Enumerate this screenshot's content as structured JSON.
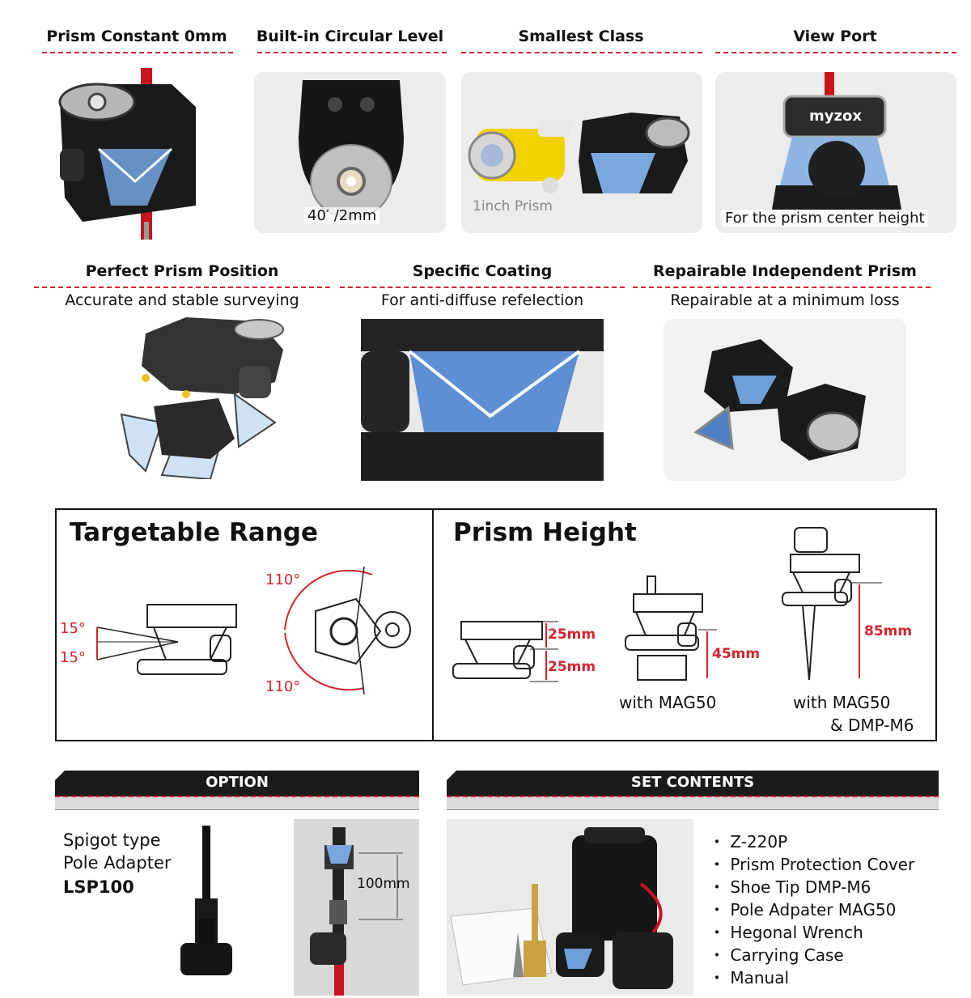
{
  "features_row1": [
    {
      "title": "Prism Constant 0mm"
    },
    {
      "title": "Built-in Circular Level",
      "caption": "40′ /2mm"
    },
    {
      "title": "Smallest Class",
      "caption": "1inch Prism"
    },
    {
      "title": "View Port",
      "caption": "For the prism center height"
    }
  ],
  "features_row2": [
    {
      "title": "Perfect Prism Position",
      "subtitle": "Accurate and stable surveying"
    },
    {
      "title": "Specific Coating",
      "subtitle": "For anti-diffuse refelection"
    },
    {
      "title": "Repairable Independent Prism",
      "subtitle": "Repairable at a minimum loss"
    }
  ],
  "brand_label": "myzox",
  "targetable": {
    "title": "Targetable Range",
    "angle_upper": "15°",
    "angle_lower": "15°",
    "angle_top": "110°",
    "angle_bottom": "110°"
  },
  "height": {
    "title": "Prism Height",
    "dim_a_top": "25mm",
    "dim_a_bottom": "25mm",
    "dim_b": "45mm",
    "label_b": "with MAG50",
    "dim_c": "85mm",
    "label_c_line1": "with MAG50",
    "label_c_line2": "& DMP-M6"
  },
  "option": {
    "banner": "OPTION",
    "line1": "Spigot type",
    "line2": "Pole Adapter",
    "model": "LSP100",
    "dimension": "100mm"
  },
  "set_contents": {
    "banner": "SET CONTENTS",
    "items": [
      "Z-220P",
      "Prism Protection Cover",
      "Shoe Tip  DMP-M6",
      "Pole Adpater  MAG50",
      "Hegonal Wrench",
      "Carrying Case",
      "Manual"
    ]
  },
  "colors": {
    "accent": "#d6232a",
    "dark": "#1b1b1b"
  }
}
